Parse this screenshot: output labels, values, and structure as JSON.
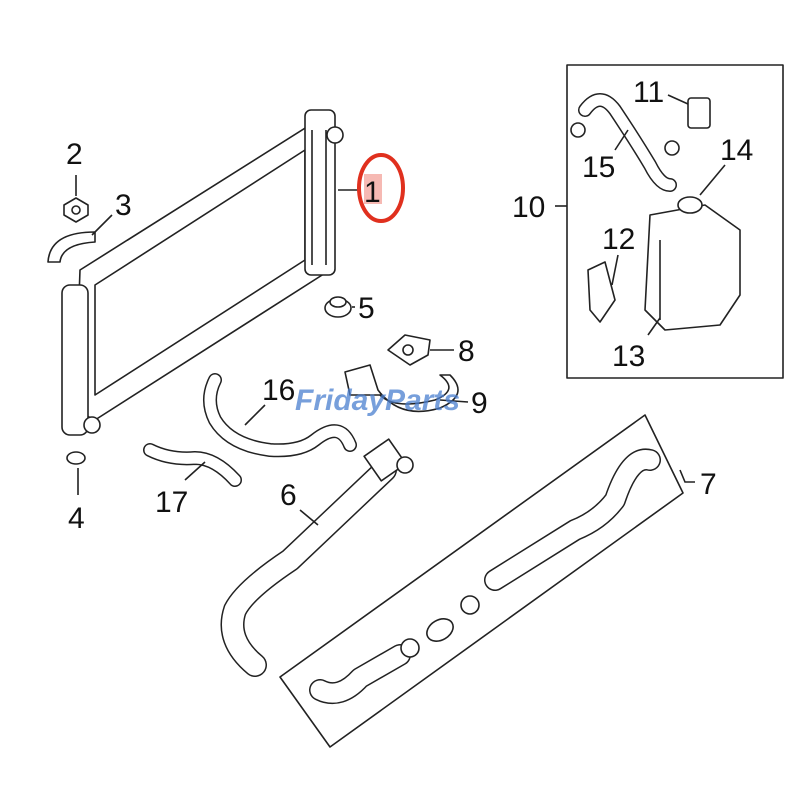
{
  "diagram": {
    "callouts": [
      "1",
      "2",
      "3",
      "4",
      "5",
      "6",
      "7",
      "8",
      "9",
      "10",
      "11",
      "12",
      "13",
      "14",
      "15",
      "16",
      "17"
    ],
    "highlighted_callout": "1",
    "highlight_color": "#e0301e",
    "watermark": "FridayParts"
  }
}
